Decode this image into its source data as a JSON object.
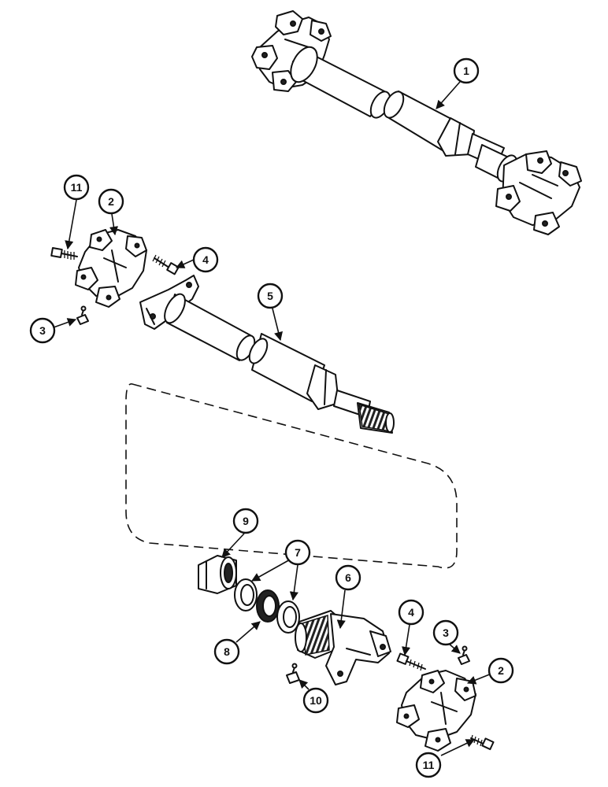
{
  "callouts": {
    "c1": "1",
    "c2a": "2",
    "c2b": "2",
    "c3a": "3",
    "c3b": "3",
    "c4a": "4",
    "c4b": "4",
    "c5": "5",
    "c6": "6",
    "c7": "7",
    "c8": "8",
    "c9": "9",
    "c10": "10",
    "c11a": "11",
    "c11b": "11"
  }
}
